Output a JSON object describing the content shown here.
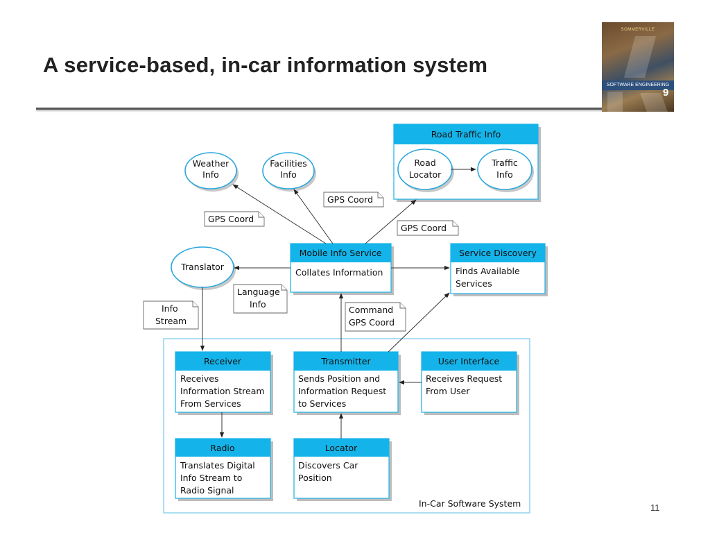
{
  "slide": {
    "title": "A service-based, in-car information system",
    "page_number": "11"
  },
  "book_cover": {
    "author": "SOMMERVILLE",
    "title": "SOFTWARE ENGINEERING",
    "edition": "9"
  },
  "diagram": {
    "services": {
      "weather": [
        "Weather",
        "Info"
      ],
      "facilities": [
        "Facilities",
        "Info"
      ],
      "translator": [
        "Translator"
      ],
      "road_locator": [
        "Road",
        "Locator"
      ],
      "traffic_info": [
        "Traffic",
        "Info"
      ]
    },
    "road_traffic_group": {
      "title": "Road Traffic Info"
    },
    "mobile_info": {
      "title": "Mobile Info Service",
      "body": [
        "Collates Information"
      ]
    },
    "service_discovery": {
      "title": "Service Discovery",
      "body": [
        "Finds Available",
        "Services"
      ]
    },
    "system": {
      "label": "In-Car Software System"
    },
    "components": {
      "receiver": {
        "title": "Receiver",
        "body": [
          "Receives",
          "Information Stream",
          "From Services"
        ]
      },
      "transmitter": {
        "title": "Transmitter",
        "body": [
          "Sends Position and",
          "Information Request",
          "to Services"
        ]
      },
      "user_interface": {
        "title": "User Interface",
        "body": [
          "Receives Request",
          "From User"
        ]
      },
      "radio": {
        "title": "Radio",
        "body": [
          "Translates Digital",
          "Info Stream to",
          "Radio Signal"
        ]
      },
      "locator": {
        "title": "Locator",
        "body": [
          "Discovers Car",
          "Position"
        ]
      }
    },
    "notes": {
      "gps_weather": [
        "GPS Coord"
      ],
      "gps_facilities": [
        "GPS Coord"
      ],
      "gps_traffic": [
        "GPS Coord"
      ],
      "language": [
        "Language",
        "Info"
      ],
      "info_stream": [
        "Info",
        "Stream"
      ],
      "command": [
        "Command",
        "GPS Coord"
      ]
    }
  },
  "colors": {
    "header_fill": "#14b4ea",
    "border": "#29b6e8"
  }
}
